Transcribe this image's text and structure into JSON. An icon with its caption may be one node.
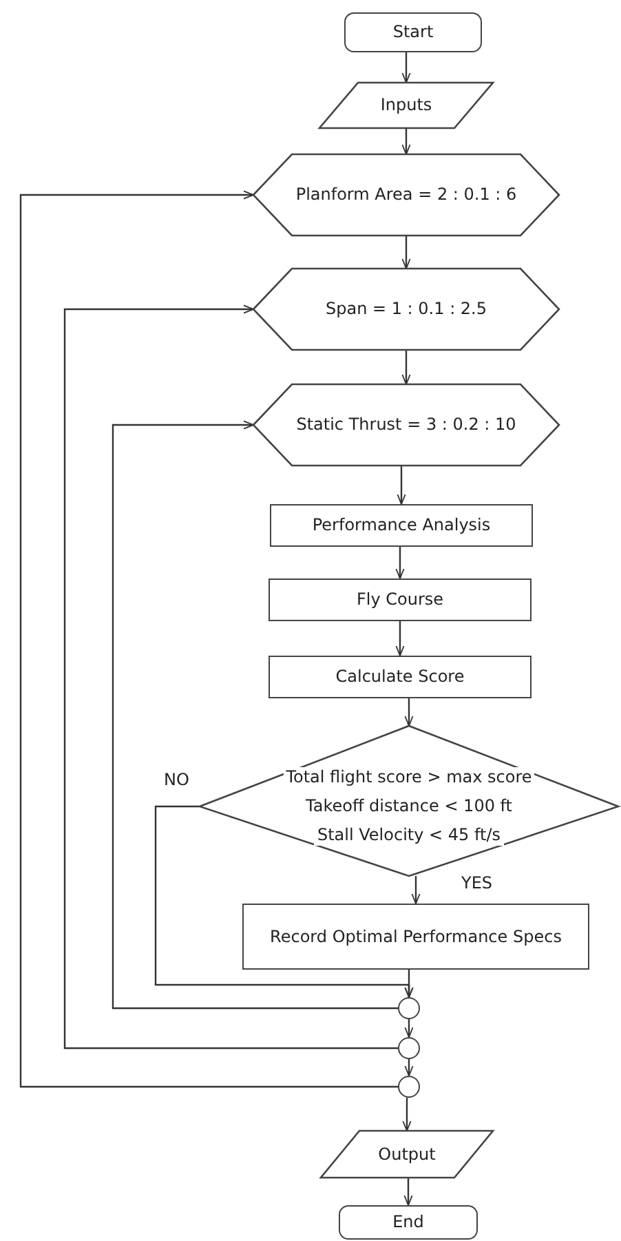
{
  "diagram": {
    "nodes": [
      {
        "text": [
          "Start"
        ]
      },
      {
        "text": [
          "Inputs"
        ]
      },
      {
        "text": [
          "Planform Area = 2 : 0.1 : 6"
        ]
      },
      {
        "text": [
          "Span = 1 : 0.1 : 2.5"
        ]
      },
      {
        "text": [
          "Static Thrust = 3 : 0.2 : 10"
        ]
      },
      {
        "text": [
          "Performance Analysis"
        ]
      },
      {
        "text": [
          "Fly Course"
        ]
      },
      {
        "text": [
          "Calculate Score"
        ]
      },
      {
        "text": [
          "Total flight score > max score",
          "Takeoff distance < 100 ft",
          "Stall Velocity < 45 ft/s"
        ]
      },
      {
        "text": [
          "Record Optimal Performance Specs"
        ]
      },
      {
        "text": [],
        "shape": "circle"
      },
      {
        "text": [],
        "shape": "circle"
      },
      {
        "text": [],
        "shape": "circle"
      },
      {
        "text": [
          "Output"
        ]
      },
      {
        "text": [
          "End"
        ]
      }
    ],
    "edges": [
      {
        "from": 0,
        "to": 1,
        "arrow": "to"
      },
      {
        "from": 1,
        "to": 2,
        "arrow": "to"
      },
      {
        "from": 2,
        "to": 3,
        "arrow": "to"
      },
      {
        "from": 3,
        "to": 4,
        "arrow": "to"
      },
      {
        "from": 4,
        "to": 5,
        "arrow": "to"
      },
      {
        "from": 5,
        "to": 6,
        "arrow": "to"
      },
      {
        "from": 6,
        "to": 7,
        "arrow": "to"
      },
      {
        "from": 7,
        "to": 8,
        "arrow": "to"
      },
      {
        "from": 8,
        "to": 9,
        "arrow": "to",
        "label": "YES"
      },
      {
        "from": 8,
        "to": 10,
        "arrow": "to",
        "label": "NO"
      },
      {
        "from": 9,
        "to": 10,
        "arrow": "to"
      },
      {
        "from": 10,
        "to": 4,
        "arrow": "to"
      },
      {
        "from": 10,
        "to": 11,
        "arrow": "to"
      },
      {
        "from": 11,
        "to": 3,
        "arrow": "to"
      },
      {
        "from": 11,
        "to": 12,
        "arrow": "to"
      },
      {
        "from": 12,
        "to": 2,
        "arrow": "to"
      },
      {
        "from": 12,
        "to": 13,
        "arrow": "to"
      },
      {
        "from": 13,
        "to": 14,
        "arrow": "to"
      }
    ]
  }
}
